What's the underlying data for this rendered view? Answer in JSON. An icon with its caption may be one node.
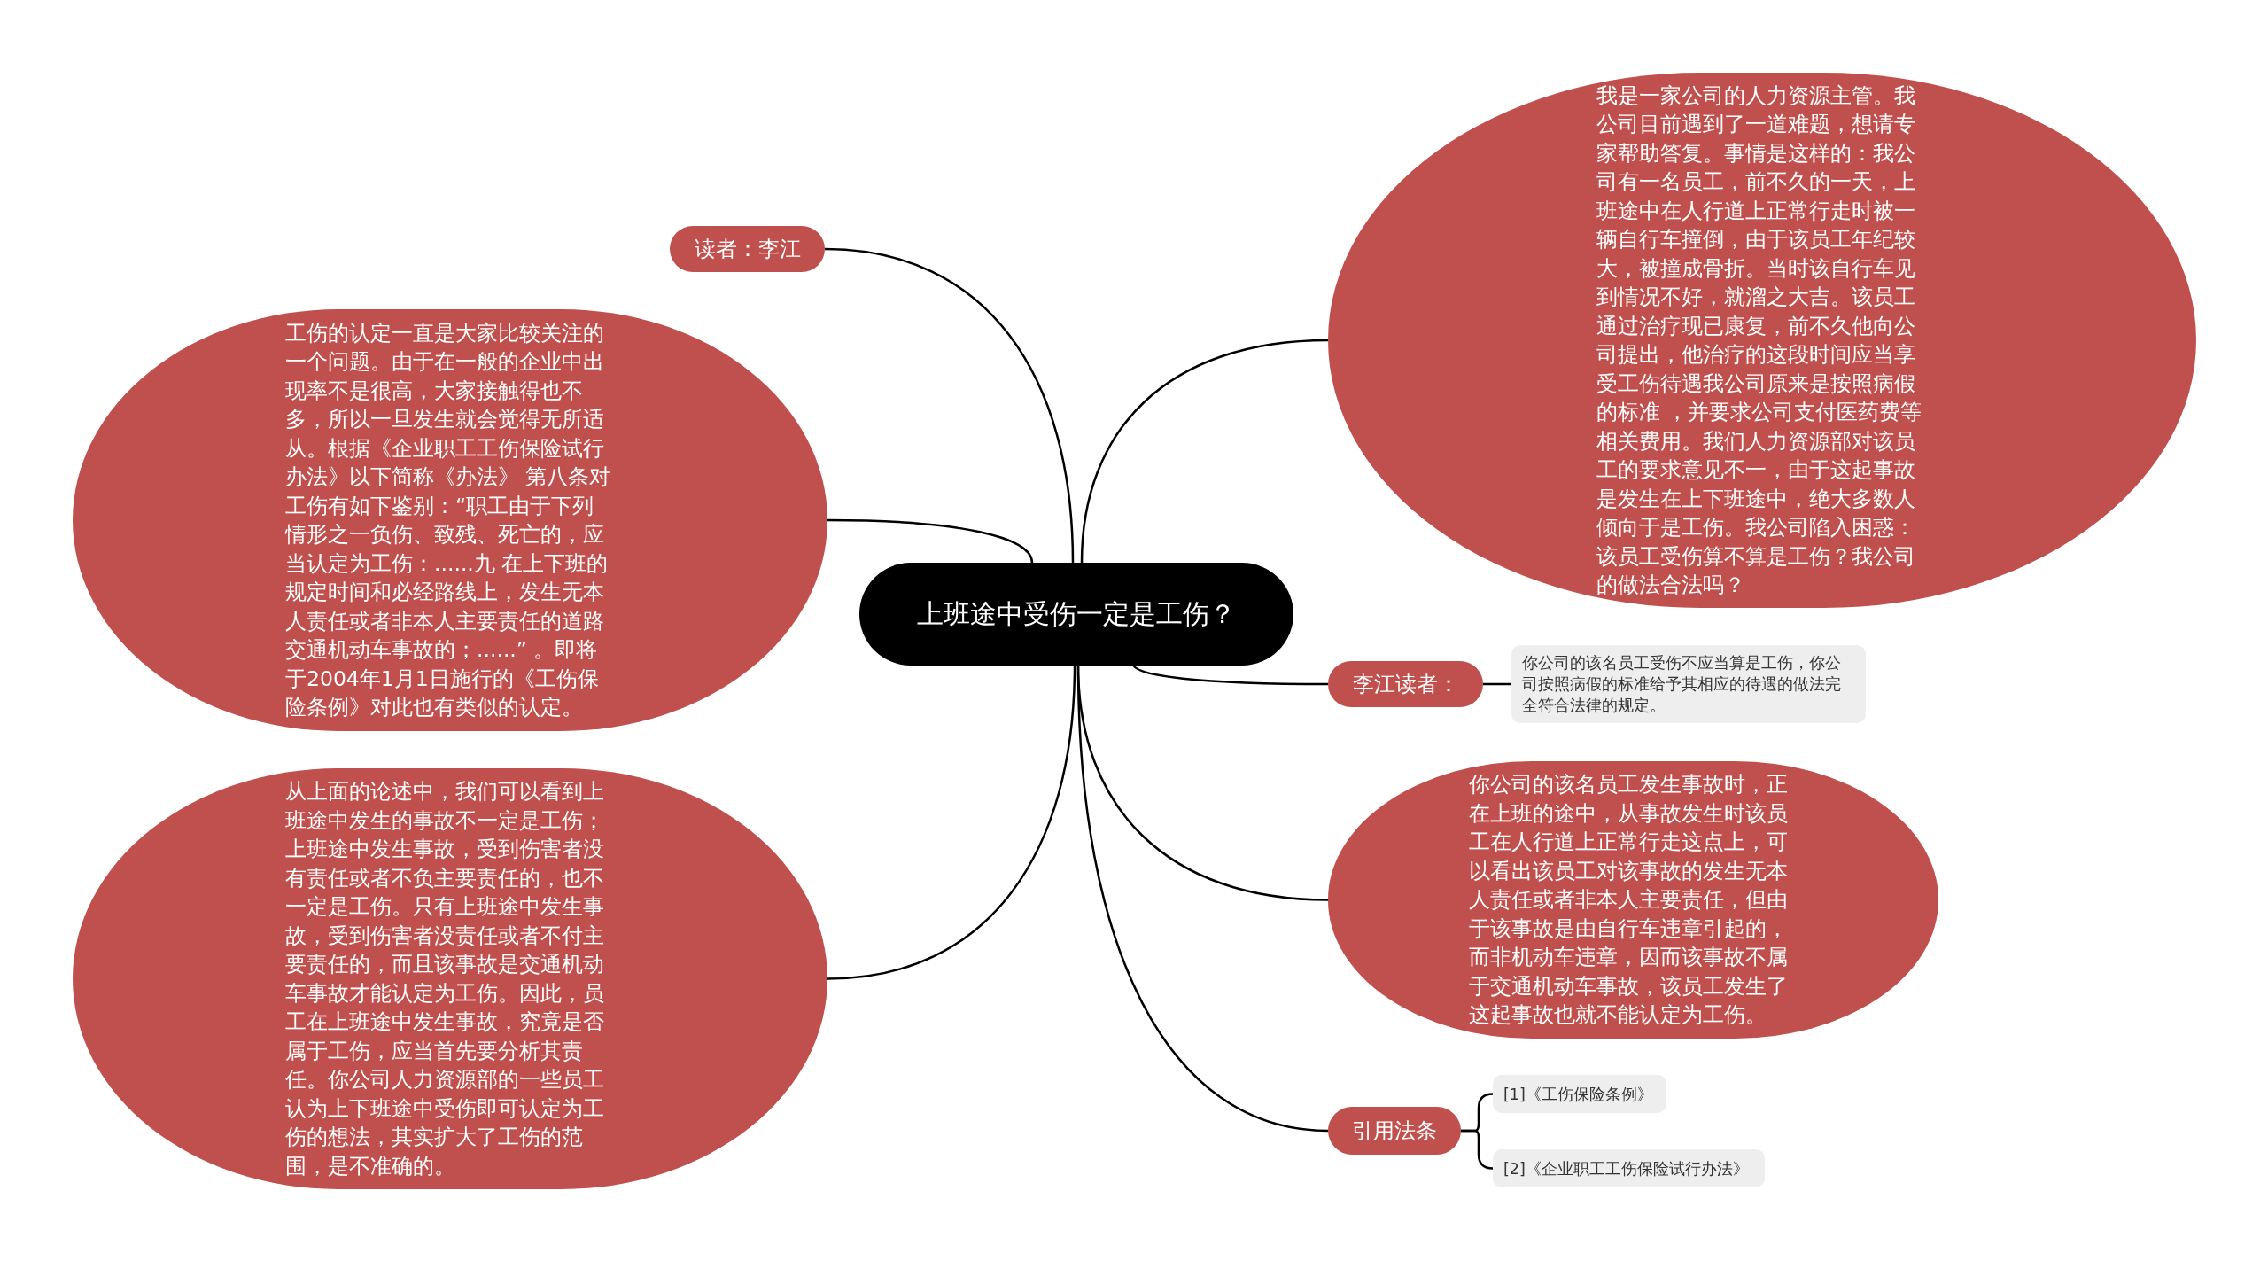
{
  "diagram": {
    "nodes": [
      {
        "text": [
          "上班途中受伤一定是工伤？"
        ]
      },
      {
        "text": [
          "读者：李江"
        ]
      },
      {
        "text": [
          "工伤的认定一直是大家比较关注的一个问题。由于在一般的企业中出现率不是很高，大家接触得也不多，所以一旦发生就会觉得无所适从。根据《企业职工工伤保险试行办法》以下简称《办法》 第八条对工伤有如下鉴别：“职工由于下列情形之一负伤、致残、死亡的，应当认定为工伤：......九 在上下班的规定时间和必经路线上，发生无本人责任或者非本人主要责任的道路交通机动车事故的；......” 。即将于2004年1月1日施行的《工伤保险条例》对此也有类似的认定。"
        ]
      },
      {
        "text": [
          "从上面的论述中，我们可以看到上班途中发生的事故不一定是工伤；上班途中发生事故，受到伤害者没有责任或者不负主要责任的，也不一定是工伤。只有上班途中发生事故，受到伤害者没责任或者不付主要责任的，而且该事故是交通机动车事故才能认定为工伤。因此，员工在上班途中发生事故，究竟是否属于工伤，应当首先要分析其责任。你公司人力资源部的一些员工认为上下班途中受伤即可认定为工伤的想法，其实扩大了工伤的范围，是不准确的。"
        ]
      },
      {
        "text": [
          "我是一家公司的人力资源主管。我公司目前遇到了一道难题，想请专家帮助答复。事情是这样的：我公司有一名员工，前不久的一天，上班途中在人行道上正常行走时被一辆自行车撞倒，由于该员工年纪较大，被撞成骨折。当时该自行车见到情况不好，就溜之大吉。该员工通过治疗现已康复，前不久他向公司提出，他治疗的这段时间应当享受工伤待遇我公司原来是按照病假的标准 ，并要求公司支付医药费等相关费用。我们人力资源部对该员工的要求意见不一，由于这起事故是发生在上下班途中，绝大多数人倾向于是工伤。我公司陷入困惑：该员工受伤算不算是工伤？我公司的做法合法吗？"
        ]
      },
      {
        "text": [
          "李江读者："
        ]
      },
      {
        "text": [
          "你公司的该名员工受伤不应当算是工伤，你公司按照病假的标准给予其相应的待遇的做法完全符合法律的规定。"
        ]
      },
      {
        "text": [
          "你公司的该名员工发生事故时，正在上班的途中，从事故发生时该员工在人行道上正常行走这点上，可以看出该员工对该事故的发生无本人责任或者非本人主要责任，但由于该事故是由自行车违章引起的，而非机动车违章，因而该事故不属于交通机动车事故，该员工发生了这起事故也就不能认定为工伤。"
        ]
      },
      {
        "text": [
          "引用法条"
        ]
      },
      {
        "text": [
          "[1]《工伤保险条例》"
        ]
      },
      {
        "text": [
          "[2]《企业职工工伤保险试行办法》"
        ]
      }
    ],
    "edges": [
      {
        "from": 0,
        "to": 1,
        "arrow": "none"
      },
      {
        "from": 0,
        "to": 2,
        "arrow": "none"
      },
      {
        "from": 0,
        "to": 3,
        "arrow": "none"
      },
      {
        "from": 0,
        "to": 4,
        "arrow": "none"
      },
      {
        "from": 0,
        "to": 5,
        "arrow": "none"
      },
      {
        "from": 0,
        "to": 7,
        "arrow": "none"
      },
      {
        "from": 0,
        "to": 8,
        "arrow": "none"
      },
      {
        "from": 5,
        "to": 6,
        "arrow": "none"
      },
      {
        "from": 8,
        "to": 9,
        "arrow": "none"
      },
      {
        "from": 8,
        "to": 10,
        "arrow": "none"
      }
    ]
  }
}
